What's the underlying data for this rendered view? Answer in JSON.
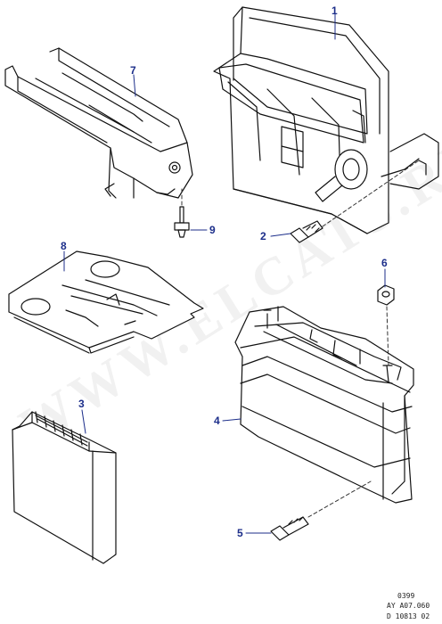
{
  "watermark": "WWW.ELCATS.RU",
  "accent_color": "#1c2e8a",
  "callouts": {
    "c1": "1",
    "c2": "2",
    "c3": "3",
    "c4": "4",
    "c5": "5",
    "c6": "6",
    "c7": "7",
    "c8": "8",
    "c9": "9"
  },
  "reference": {
    "line1": "0399",
    "line2": "AY A07.060",
    "line3": "D 10813 02"
  },
  "parts": [
    "ecu-module-housing",
    "bolt",
    "ecu-module",
    "ecu-module-box",
    "bolt",
    "nut",
    "bracket",
    "insulator-plate",
    "rivet"
  ]
}
